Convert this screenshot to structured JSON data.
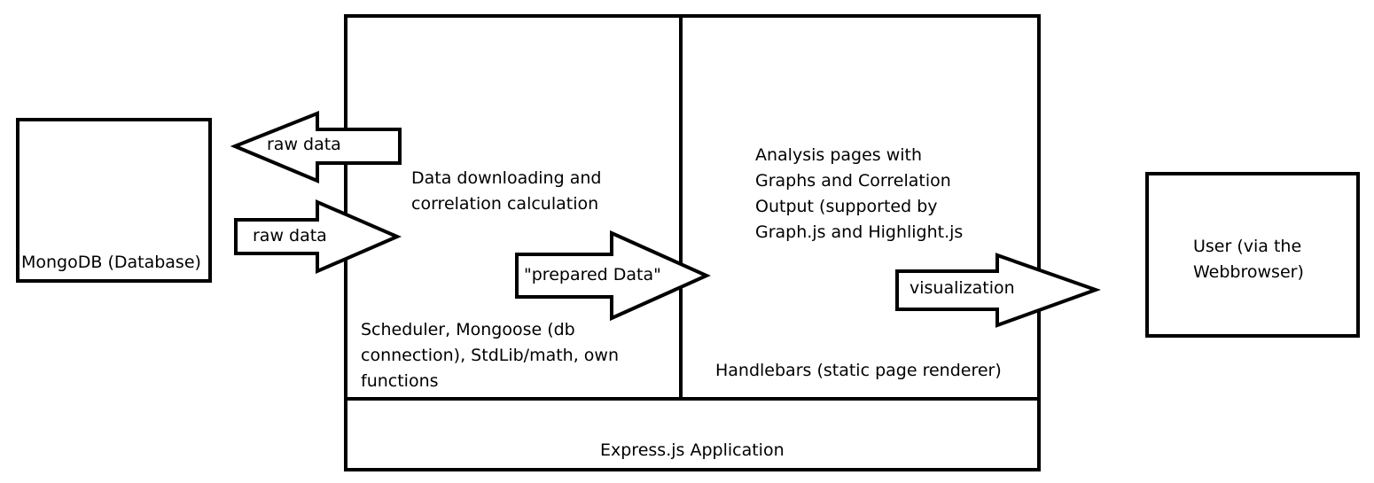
{
  "colors": {
    "stroke": "#000000",
    "background": "#ffffff",
    "text": "#000000"
  },
  "nodes": {
    "mongodb": "MongoDB (Database)",
    "user": "User (via the\nWebbrowser)",
    "data_processing": "Data downloading and\ncorrelation calculation",
    "data_processing_libs": "Scheduler, Mongoose (db\nconnection), StdLib/math, own\nfunctions",
    "analysis_pages": "Analysis pages with\nGraphs and Correlation\nOutput (supported by\nGraph.js and Highlight.js",
    "page_renderer": "Handlebars (static page renderer)",
    "express_app": "Express.js Application"
  },
  "edges": {
    "raw_data_out": "raw data",
    "raw_data_in": "raw data",
    "prepared_data": "\"prepared Data\"",
    "visualization": "visualization"
  }
}
